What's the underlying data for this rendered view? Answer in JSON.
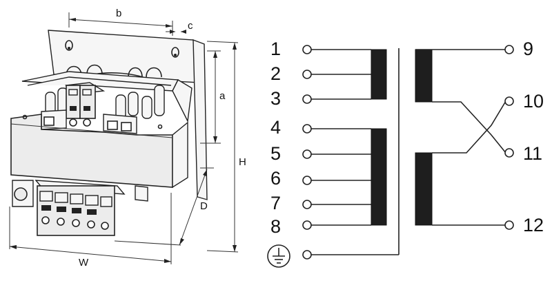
{
  "drawing": {
    "dimensions": {
      "b": "b",
      "c": "c",
      "a": "a",
      "H": "H",
      "D": "D",
      "W": "W"
    }
  },
  "schematic": {
    "primary_pins": [
      "1",
      "2",
      "3",
      "4",
      "5",
      "6",
      "7",
      "8"
    ],
    "secondary_pins": [
      "9",
      "10",
      "11",
      "12"
    ],
    "ground_icon": "earth-ground-icon"
  }
}
